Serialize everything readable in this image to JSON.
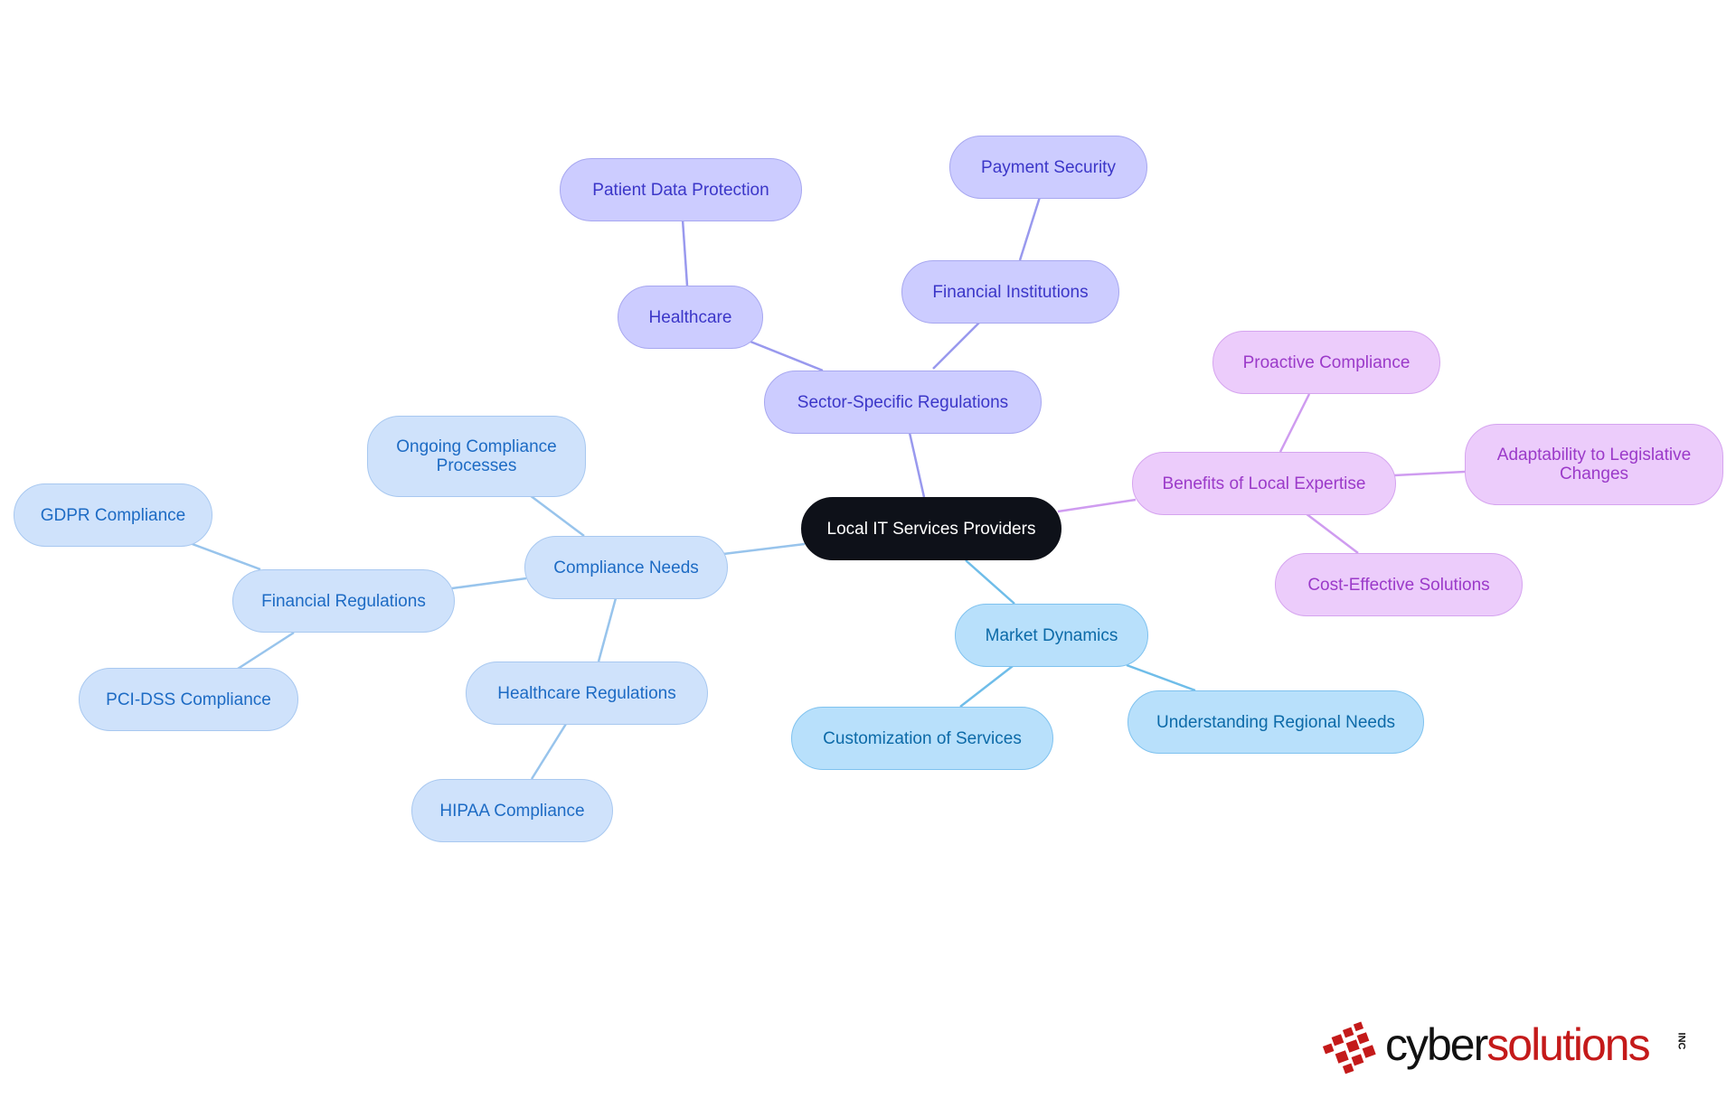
{
  "diagram": {
    "root": {
      "label": "Local IT Services Providers"
    },
    "branches": [
      {
        "key": "sector",
        "color": "#9999ee",
        "label": "Sector-Specific Regulations",
        "children": [
          {
            "label": "Healthcare",
            "children": [
              {
                "label": "Patient Data Protection"
              }
            ]
          },
          {
            "label": "Financial Institutions",
            "children": [
              {
                "label": "Payment Security"
              }
            ]
          }
        ]
      },
      {
        "key": "compliance",
        "color": "#98c4ec",
        "label": "Compliance Needs",
        "children": [
          {
            "label": "Ongoing Compliance\nProcesses"
          },
          {
            "label": "Financial Regulations",
            "children": [
              {
                "label": "GDPR Compliance"
              },
              {
                "label": "PCI-DSS Compliance"
              }
            ]
          },
          {
            "label": "Healthcare Regulations",
            "children": [
              {
                "label": "HIPAA Compliance"
              }
            ]
          }
        ]
      },
      {
        "key": "market",
        "color": "#6fbde9",
        "label": "Market Dynamics",
        "children": [
          {
            "label": "Customization of Services"
          },
          {
            "label": "Understanding Regional Needs"
          }
        ]
      },
      {
        "key": "benefits",
        "color": "#cf9cf0",
        "label": "Benefits of Local Expertise",
        "children": [
          {
            "label": "Proactive Compliance"
          },
          {
            "label": "Adaptability to Legislative\nChanges"
          },
          {
            "label": "Cost-Effective Solutions"
          }
        ]
      }
    ]
  },
  "logo": {
    "word1": "cyber",
    "word2": "solutions",
    "suffix": "INC",
    "color_dark": "#111111",
    "color_red": "#c41a1a"
  }
}
